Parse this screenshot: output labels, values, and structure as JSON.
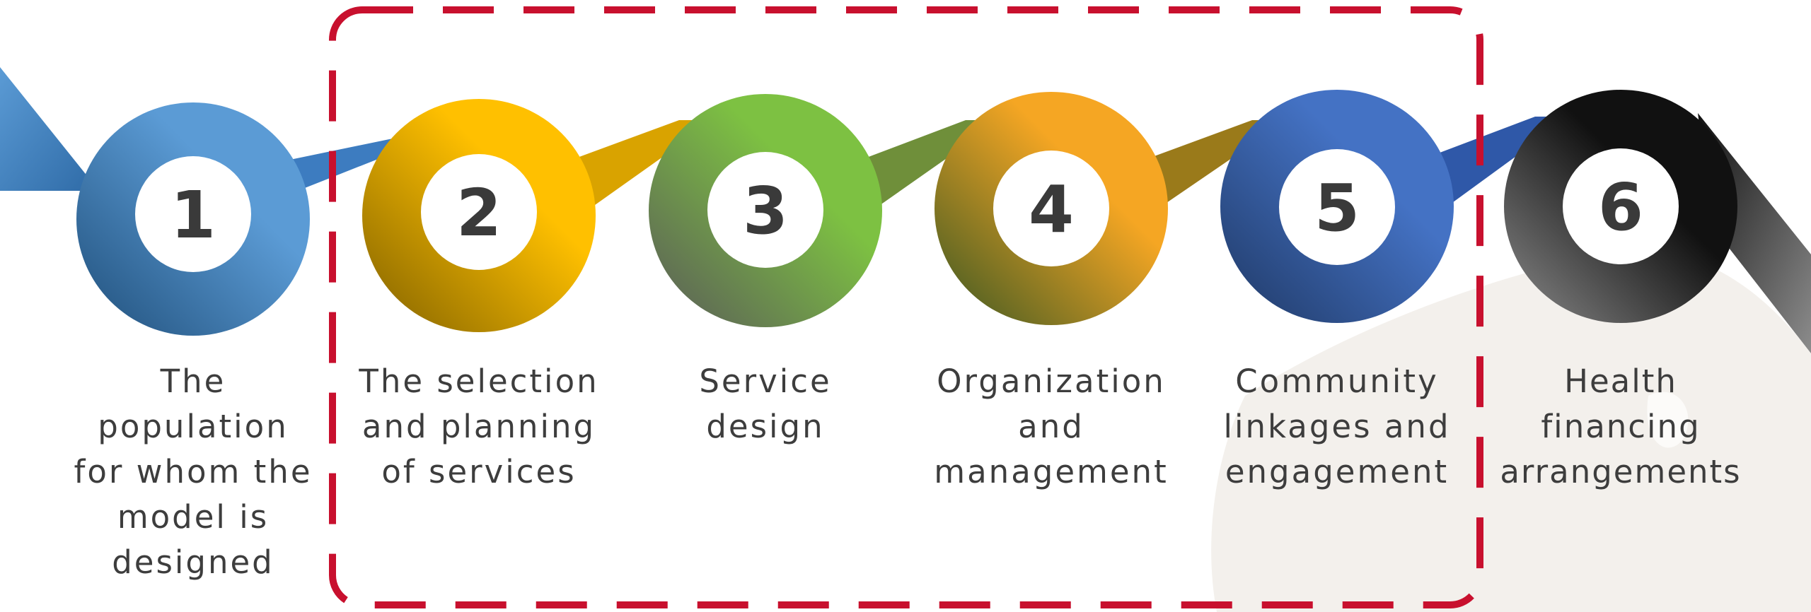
{
  "colors": {
    "highlight_border": "#c8102e",
    "label_text": "#3d3d3d",
    "number_text": "#3a3a3a"
  },
  "steps": [
    {
      "number": "1",
      "label": "The\npopulation\nfor whom the\nmodel is\ndesigned",
      "color_light": "#5b9bd5",
      "color_dark": "#1f4e79"
    },
    {
      "number": "2",
      "label": "The selection\nand planning\nof services",
      "color_light": "#ffc000",
      "color_dark": "#7f6000"
    },
    {
      "number": "3",
      "label": "Service\ndesign",
      "color_light": "#7dc142",
      "color_dark": "#595959"
    },
    {
      "number": "4",
      "label": "Organization\nand\nmanagement",
      "color_light": "#f5a623",
      "color_dark": "#375623"
    },
    {
      "number": "5",
      "label": "Community\nlinkages and\nengagement",
      "color_light": "#4472c4",
      "color_dark": "#1f3864"
    },
    {
      "number": "6",
      "label": "Health financing\narrangements",
      "color_light": "#1a1a1a",
      "color_dark": "#8c8c8c"
    }
  ]
}
